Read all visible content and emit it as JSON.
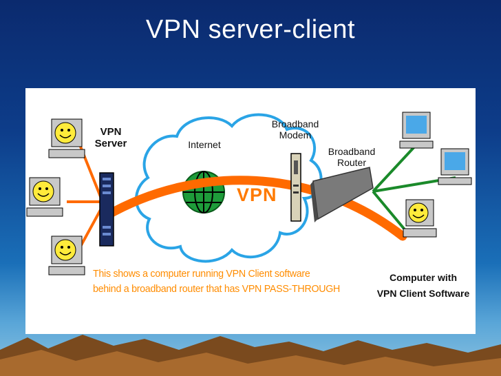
{
  "slide": {
    "title": "VPN server-client"
  },
  "diagram": {
    "vpn_server_label": "VPN\nServer",
    "internet_label": "Internet",
    "vpn_tunnel_label": "VPN",
    "broadband_modem_label": "Broadband\nModem",
    "broadband_router_label": "Broadband\nRouter",
    "client_label": "Computer with\nVPN Client Software",
    "caption_line1": "This shows a computer running VPN Client software",
    "caption_line2": "behind a broadband router that has VPN PASS-THROUGH"
  },
  "colors": {
    "tunnel": "#ff6a00",
    "cloud_outline": "#2aa4e6",
    "globe": "#1e9c3a",
    "router_links": "#1a8a2a",
    "caption": "#ff8c00"
  },
  "icons": [
    "smiley-computer-icon",
    "server-rack-icon",
    "globe-icon",
    "modem-icon",
    "router-icon",
    "desktop-computer-icon"
  ]
}
